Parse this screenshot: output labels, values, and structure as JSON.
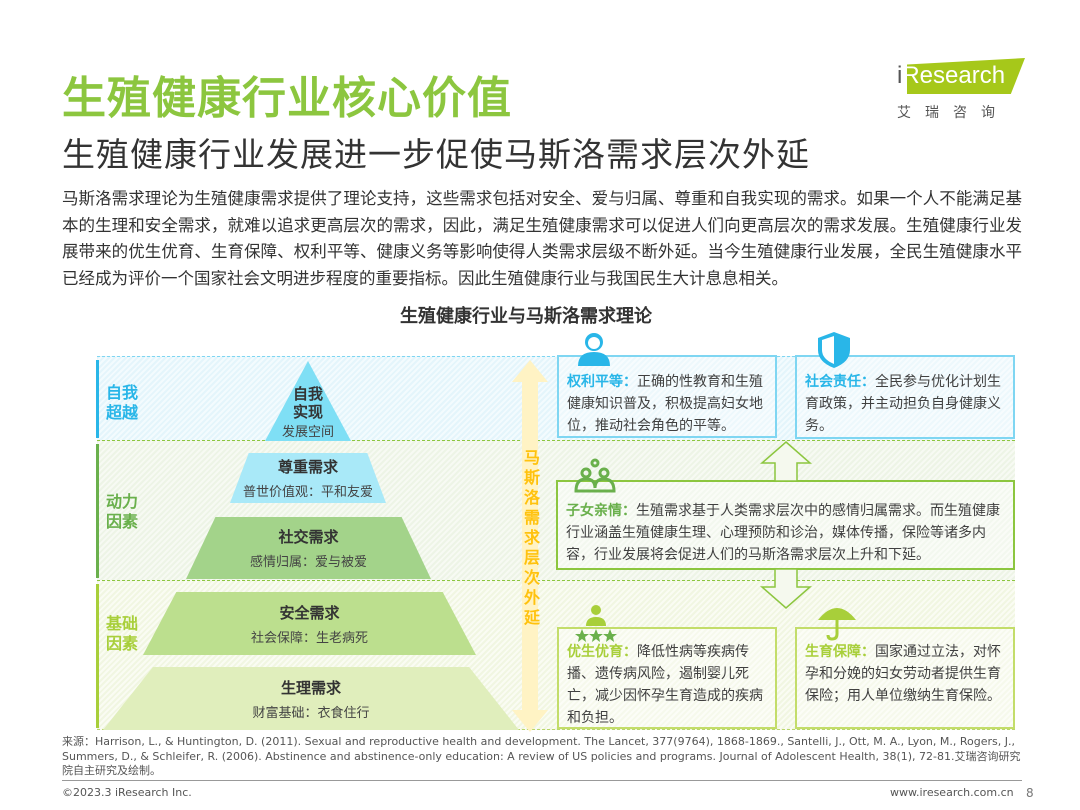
{
  "header": {
    "title": "生殖健康行业核心价值",
    "subtitle": "生殖健康行业发展进一步促使马斯洛需求层次外延",
    "logo": {
      "brand_i": "i",
      "brand_rest": "Research",
      "cn": "艾瑞咨询"
    }
  },
  "intro": "马斯洛需求理论为生殖健康需求提供了理论支持，这些需求包括对安全、爱与归属、尊重和自我实现的需求。如果一个人不能满足基本的生理和安全需求，就难以追求更高层次的需求，因此，满足生殖健康需求可以促进人们向更高层次的需求发展。生殖健康行业发展带来的优生优育、生育保障、权利平等、健康义务等影响使得人类需求层级不断外延。当今生殖健康行业发展，全民生殖健康水平已经成为评价一个国家社会文明进步程度的重要指标。因此生殖健康行业与我国民生大计息息相关。",
  "diagram": {
    "title": "生殖健康行业与马斯洛需求理论",
    "segments": [
      {
        "line1": "自我",
        "line2": "超越",
        "color": "#29b6e8"
      },
      {
        "line1": "动力",
        "line2": "因素",
        "color": "#6ab04c"
      },
      {
        "line1": "基础",
        "line2": "因素",
        "color": "#a8cf3a"
      }
    ],
    "levels": [
      {
        "name": "自我实现",
        "name1": "自我",
        "name2": "实现",
        "desc": "发展空间"
      },
      {
        "name": "尊重需求",
        "desc": "普世价值观：平和友爱"
      },
      {
        "name": "社交需求",
        "desc": "感情归属：爱与被爱"
      },
      {
        "name": "安全需求",
        "desc": "社会保障：生老病死"
      },
      {
        "name": "生理需求",
        "desc": "财富基础：衣食住行"
      }
    ],
    "arrow_label": [
      "马",
      "斯",
      "洛",
      "需",
      "求",
      "层",
      "次",
      "外",
      "延"
    ],
    "boxes": [
      {
        "key": "权利平等：",
        "text": "正确的性教育和生殖健康知识普及，积极提高妇女地位，推动社会角色的平等。",
        "icon": "woman-icon"
      },
      {
        "key": "社会责任：",
        "text": "全民参与优化计划生育政策，并主动担负自身健康义务。",
        "icon": "shield-icon"
      },
      {
        "key": "子女亲情：",
        "text": "生殖需求基于人类需求层次中的感情归属需求。而生殖健康行业涵盖生殖健康生理、心理预防和诊治，媒体传播，保险等诸多内容，行业发展将会促进人们的马斯洛需求层次上升和下延。",
        "icon": "family-icon"
      },
      {
        "key": "优生优育：",
        "text": "降低性病等疾病传播、遗传病风险，遏制婴儿死亡，减少因怀孕生育造成的疾病和负担。",
        "icon": "person-stars-icon"
      },
      {
        "key": "生育保障：",
        "text": "国家通过立法，对怀孕和分娩的妇女劳动者提供生育保险；用人单位缴纳生育保险。",
        "icon": "umbrella-icon"
      }
    ]
  },
  "footer": {
    "source": "来源：Harrison, L., & Huntington, D. (2011). Sexual and reproductive health and development. The Lancet, 377(9764), 1868-1869.,  Santelli, J., Ott, M. A., Lyon, M., Rogers, J., Summers, D., & Schleifer, R. (2006). Abstinence and abstinence-only education: A review of US policies and programs. Journal of Adolescent Health, 38(1), 72-81.艾瑞咨询研究院自主研究及绘制。",
    "copyright": "©2023.3 iResearch Inc.",
    "url": "www.iresearch.com.cn",
    "page": "8"
  },
  "colors": {
    "green": "#8cc63f",
    "blue": "#29b6e8",
    "yellow": "#ffc20e"
  }
}
